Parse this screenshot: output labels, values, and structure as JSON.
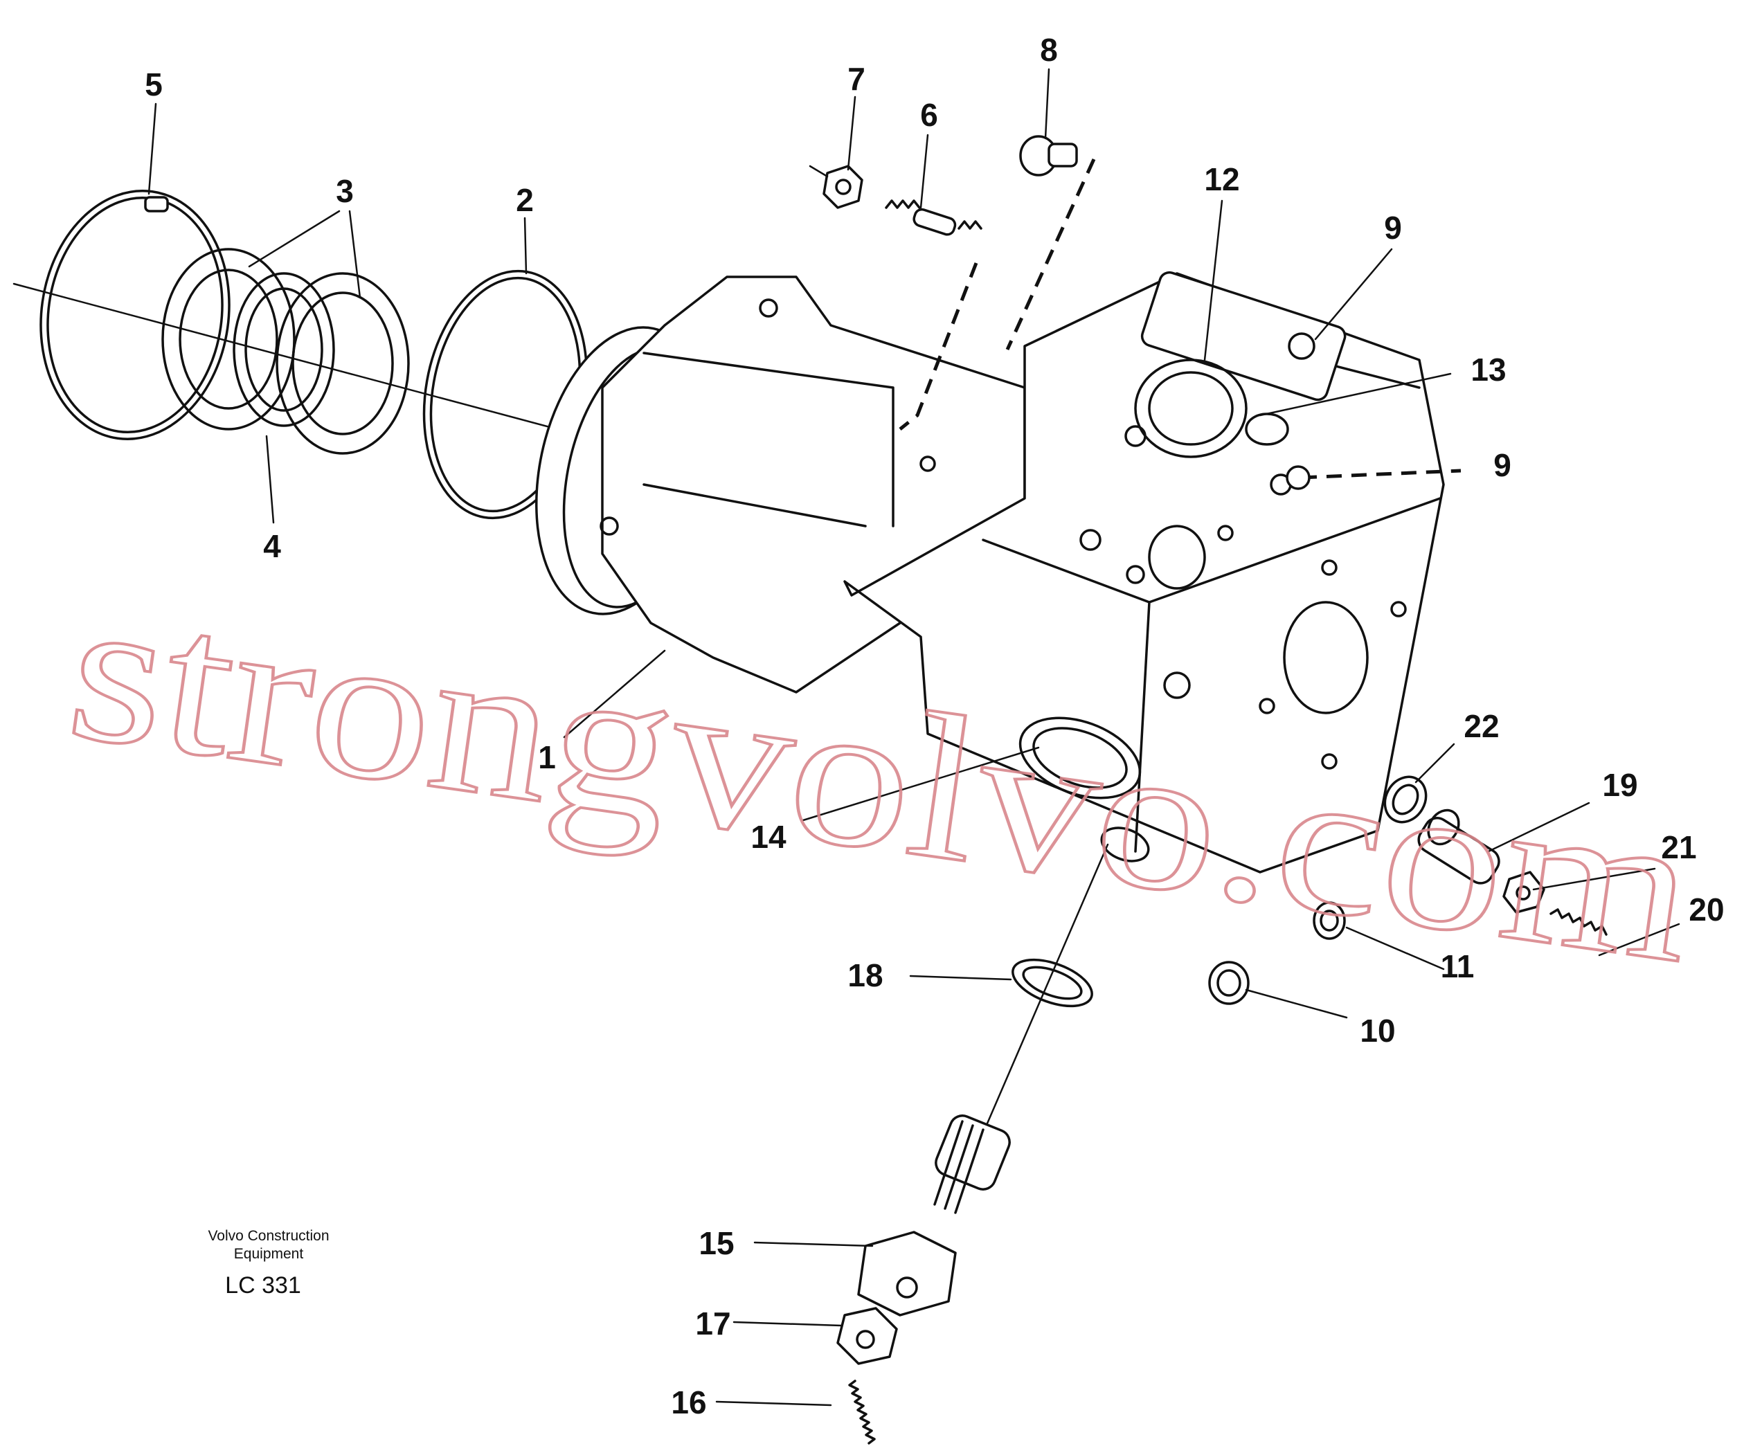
{
  "callouts": [
    "1",
    "2",
    "3",
    "4",
    "5",
    "6",
    "7",
    "8",
    "9",
    "9",
    "10",
    "11",
    "12",
    "13",
    "14",
    "15",
    "16",
    "17",
    "18",
    "19",
    "20",
    "21",
    "22"
  ],
  "caption": {
    "line1": "Volvo Construction",
    "line2": "Equipment",
    "code": "LC 331"
  },
  "watermark": "strongvolvo.com",
  "colors": {
    "line": "#111111",
    "watermark": "#d9878c",
    "background": "#ffffff"
  }
}
